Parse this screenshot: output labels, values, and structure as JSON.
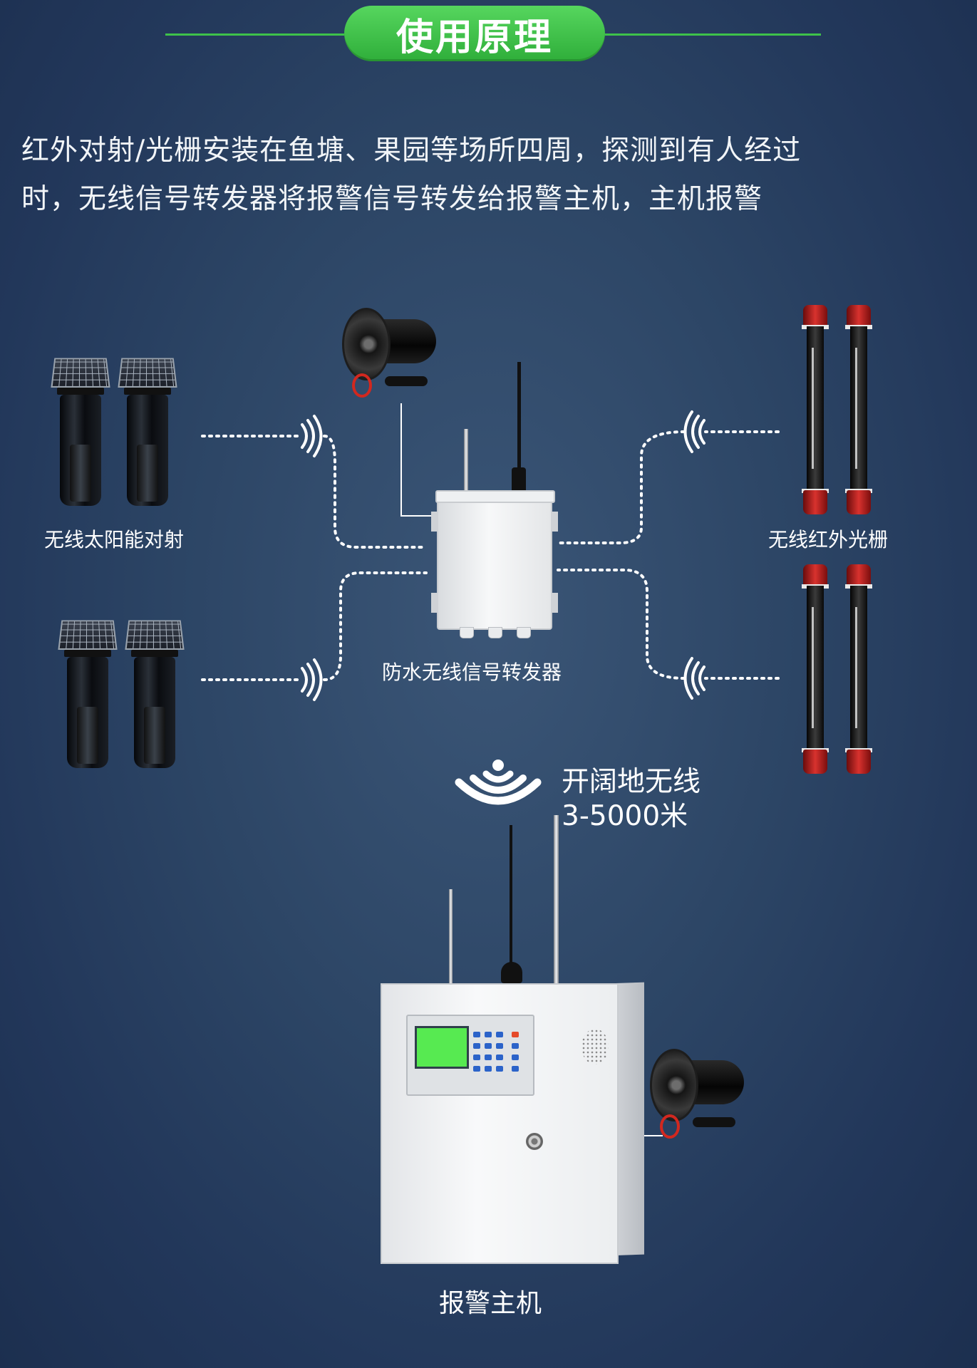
{
  "header": {
    "title": "使用原理",
    "accent_color": "#3ec24a"
  },
  "description": {
    "line1": "红外对射/光栅安装在鱼塘、果园等场所四周，探测到有人经过",
    "line2": "时，无线信号转发器将报警信号转发给报警主机，主机报警"
  },
  "devices": {
    "solar_beam_label": "无线太阳能对射",
    "ir_barrier_label": "无线红外光栅",
    "repeater_label": "防水无线信号转发器",
    "host_label": "报警主机"
  },
  "wireless": {
    "line1": "开阔地无线",
    "line2": "3-5000米"
  },
  "icons": [
    "wifi-signal-icon",
    "siren-icon",
    "antenna-icon"
  ]
}
